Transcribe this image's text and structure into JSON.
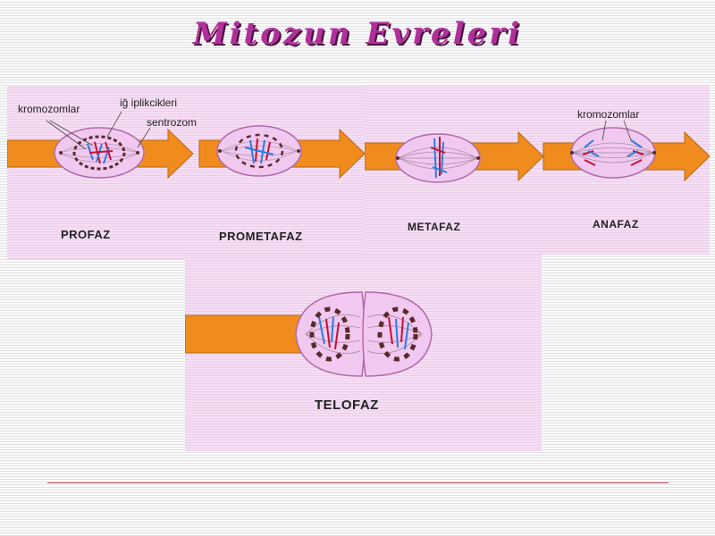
{
  "title": "Mitozun Evreleri",
  "annotations": {
    "kromozomlar": "kromozomlar",
    "ig_iplikcikleri": "iğ iplikcikleri",
    "sentrozom": "sentrozom",
    "kromozomlar_anafaz": "kromozomlar"
  },
  "stages": {
    "profaz": "PROFAZ",
    "prometafaz": "PROMETAFAZ",
    "metafaz": "METAFAZ",
    "anafaz": "ANAFAZ",
    "telofaz": "TELOFAZ"
  },
  "colors": {
    "arrow": "#f08c1e",
    "cell_fill": "#f1c8ef",
    "cell_stroke": "#b06aa8",
    "chromosome_red": "#c8102e",
    "chromosome_blue": "#2a7de1",
    "nuclear_envelope": "#5a2a2a",
    "title": "#b0309a"
  }
}
